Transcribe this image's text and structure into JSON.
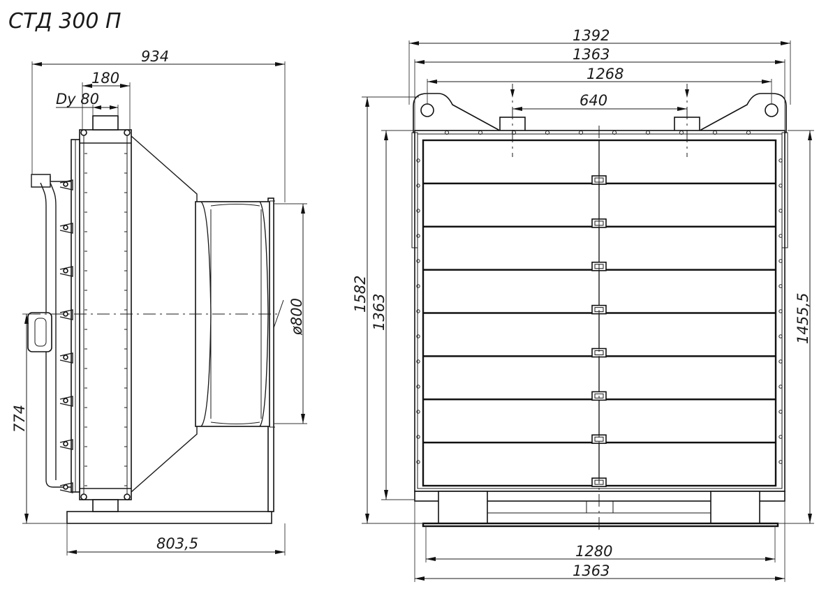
{
  "title": "СТД 300 П",
  "side_view": {
    "dims": {
      "overall_width": "934",
      "flange_width": "180",
      "nozzle": "Dy 80",
      "base_length": "803,5",
      "axis_height": "774",
      "fan_diameter": "ø800"
    }
  },
  "front_view": {
    "dims": {
      "overall_width": "1392",
      "frame_width_top": "1363",
      "lug_span": "1268",
      "nozzle_span": "640",
      "overall_height": "1582",
      "frame_height": "1363",
      "height_right": "1455,5",
      "base_width": "1280",
      "frame_width_bottom": "1363"
    }
  }
}
